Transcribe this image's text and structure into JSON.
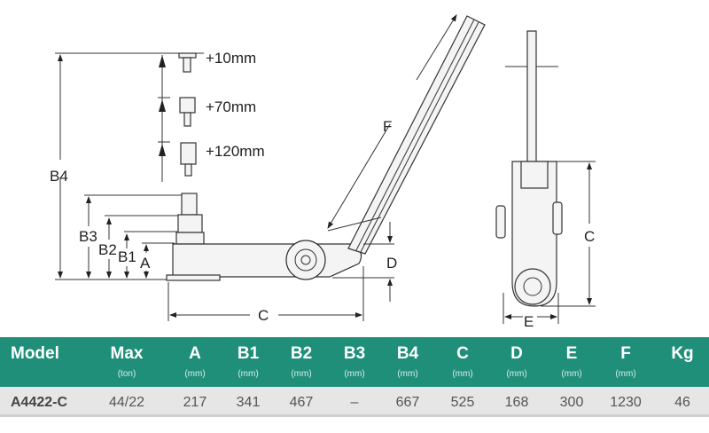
{
  "drawing": {
    "extensions": [
      "+10mm",
      "+70mm",
      "+120mm"
    ],
    "dims": {
      "B4": "B4",
      "B3": "B3",
      "B2": "B2",
      "B1": "B1",
      "A": "A",
      "C": "C",
      "D": "D",
      "F": "F",
      "C_side": "C",
      "E": "E"
    }
  },
  "table": {
    "accent": "#1f8f7a",
    "columns": [
      {
        "label": "Model",
        "unit": ""
      },
      {
        "label": "Max",
        "unit": "(ton)"
      },
      {
        "label": "A",
        "unit": "(mm)"
      },
      {
        "label": "B1",
        "unit": "(mm)"
      },
      {
        "label": "B2",
        "unit": "(mm)"
      },
      {
        "label": "B3",
        "unit": "(mm)"
      },
      {
        "label": "B4",
        "unit": "(mm)"
      },
      {
        "label": "C",
        "unit": "(mm)"
      },
      {
        "label": "D",
        "unit": "(mm)"
      },
      {
        "label": "E",
        "unit": "(mm)"
      },
      {
        "label": "F",
        "unit": "(mm)"
      },
      {
        "label": "Kg",
        "unit": ""
      }
    ],
    "rows": [
      [
        "A4422-C",
        "44/22",
        "217",
        "341",
        "467",
        "–",
        "667",
        "525",
        "168",
        "300",
        "1230",
        "46"
      ]
    ]
  }
}
